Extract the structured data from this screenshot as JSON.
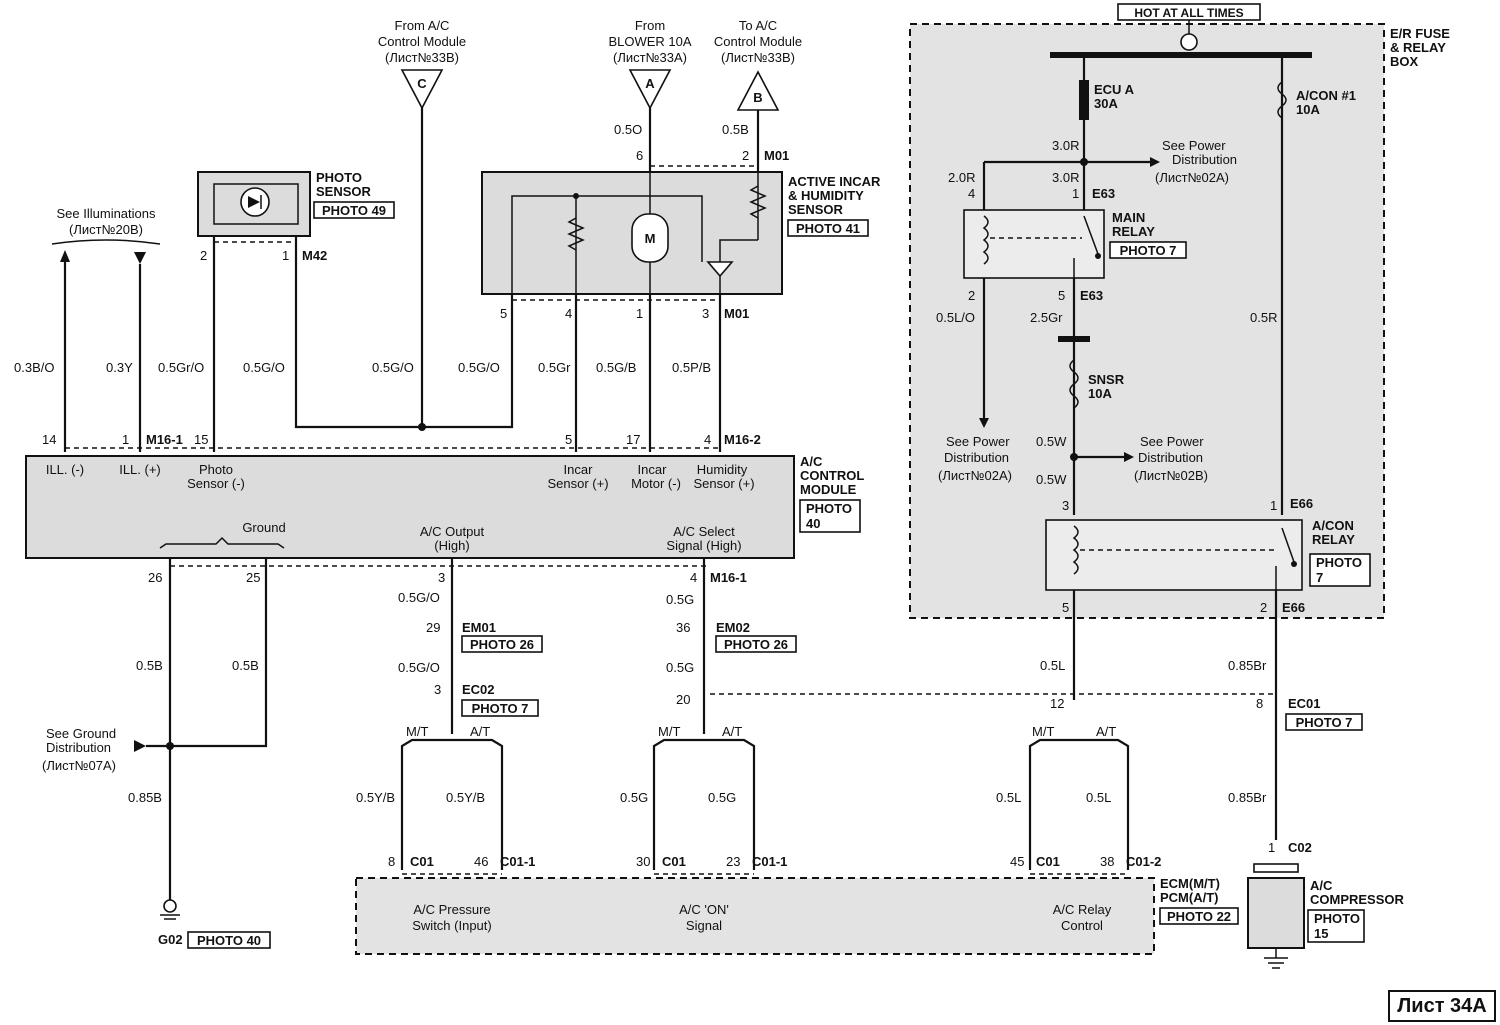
{
  "sheet": "Лист 34A",
  "hot_at_all_times": "HOT AT ALL TIMES",
  "er_box": {
    "title": [
      "E/R FUSE",
      "& RELAY",
      "BOX"
    ]
  },
  "fuses": {
    "ecu_a": [
      "ECU A",
      "30A"
    ],
    "acon1": [
      "A/CON #1",
      "10A"
    ],
    "snsr": [
      "SNSR",
      "10A"
    ]
  },
  "connectors_top": {
    "c": {
      "lines": [
        "From A/C",
        "Control Module",
        "(Лист№33B)"
      ],
      "letter": "C"
    },
    "a": {
      "lines": [
        "From",
        "BLOWER 10A",
        "(Лист№33A)"
      ],
      "letter": "A"
    },
    "b": {
      "lines": [
        "To A/C",
        "Control Module",
        "(Лист№33B)"
      ],
      "letter": "B"
    }
  },
  "photo_sensor": {
    "title": [
      "PHOTO",
      "SENSOR"
    ],
    "photo": "PHOTO 49",
    "pin2": "2",
    "pin1": "1",
    "conn": "M42"
  },
  "incar_sensor": {
    "title": [
      "ACTIVE INCAR",
      "& HUMIDITY",
      "SENSOR"
    ],
    "photo": "PHOTO 41",
    "pin6": "6",
    "pin2": "2",
    "conn_top": "M01",
    "pin5": "5",
    "pin4": "4",
    "pin1": "1",
    "pin3": "3",
    "conn_bot": "M01",
    "motor": "M"
  },
  "illum_ref": [
    "See Illuminations",
    "(Лист№20B)"
  ],
  "wires": {
    "w_03bo": "0.3B/O",
    "w_03y": "0.3Y",
    "w_05gro": "0.5Gr/O",
    "w_05go_a": "0.5G/O",
    "w_05go_c": "0.5G/O",
    "w_05go_b": "0.5G/O",
    "w_05gr": "0.5Gr",
    "w_05gb": "0.5G/B",
    "w_05pb": "0.5P/B",
    "w_05o": "0.5O",
    "w_05b_top": "0.5B",
    "w_30r": "3.0R",
    "w_20r": "2.0R",
    "w_30r2": "3.0R",
    "w_05lo": "0.5L/O",
    "w_25gr": "2.5Gr",
    "w_05r": "0.5R",
    "w_05w1": "0.5W",
    "w_05w2": "0.5W",
    "w_05b_g1": "0.5B",
    "w_05b_g2": "0.5B",
    "w_085b": "0.85B",
    "w_05go_out1": "0.5G/O",
    "w_05go_out2": "0.5G/O",
    "w_05g_1": "0.5G",
    "w_05g_2": "0.5G",
    "w_05l": "0.5L",
    "w_085br": "0.85Br",
    "w_085br2": "0.85Br",
    "w_05yb1": "0.5Y/B",
    "w_05yb2": "0.5Y/B",
    "w_05g_3": "0.5G",
    "w_05g_4": "0.5G",
    "w_05l_2": "0.5L",
    "w_05l_3": "0.5L"
  },
  "module": {
    "title": [
      "A/C",
      "CONTROL",
      "MODULE"
    ],
    "photo": [
      "PHOTO",
      "40"
    ],
    "pins_top": [
      "14",
      "1",
      "M16-1",
      "15",
      "5",
      "17",
      "4",
      "M16-2"
    ],
    "labels_top": [
      [
        "ILL. (-)"
      ],
      [
        "ILL. (+)"
      ],
      [
        "Photo",
        "Sensor (-)"
      ],
      [
        "Incar",
        "Sensor (+)"
      ],
      [
        "Incar",
        "Motor (-)"
      ],
      [
        "Humidity",
        "Sensor (+)"
      ]
    ],
    "ground": "Ground",
    "ac_output": [
      "A/C Output",
      "(High)"
    ],
    "ac_select": [
      "A/C Select",
      "Signal (High)"
    ],
    "pins_bot": [
      "26",
      "25",
      "3",
      "4",
      "M16-1"
    ]
  },
  "relays": {
    "main": {
      "title": [
        "MAIN",
        "RELAY"
      ],
      "photo": "PHOTO 7",
      "pin4": "4",
      "pin1": "1",
      "conn": "E63",
      "pin2": "2",
      "pin5": "5",
      "conn2": "E63"
    },
    "acon": {
      "title": [
        "A/CON",
        "RELAY"
      ],
      "photo": [
        "PHOTO",
        "7"
      ],
      "pin3": "3",
      "pin1": "1",
      "conn": "E66",
      "pin5": "5",
      "pin2": "2",
      "conn2": "E66"
    }
  },
  "power_refs": {
    "pd1": [
      "See Power",
      "Distribution",
      "(Лист№02A)"
    ],
    "pd2": [
      "See Power",
      "Distribution",
      "(Лист№02A)"
    ],
    "pd3": [
      "See Power",
      "Distribution",
      "(Лист№02B)"
    ]
  },
  "mid_connectors": {
    "em01": {
      "pin": "29",
      "name": "EM01",
      "photo": "PHOTO 26"
    },
    "em02": {
      "pin": "36",
      "name": "EM02",
      "photo": "PHOTO 26"
    },
    "ec02": {
      "pin": "3",
      "name": "EC02",
      "photo": "PHOTO 7"
    },
    "ec01": {
      "pin": "8",
      "name": "EC01",
      "photo": "PHOTO 7"
    },
    "pin20": "20",
    "pin12": "12"
  },
  "ground_ref": [
    "See Ground",
    "Distribution",
    "(Лист№07A)"
  ],
  "g02": {
    "name": "G02",
    "photo": "PHOTO 40"
  },
  "mt": "M/T",
  "at": "A/T",
  "ecm": {
    "title": [
      "ECM(M/T)",
      "PCM(A/T)"
    ],
    "photo": "PHOTO 22",
    "pins": [
      [
        "8",
        "C01"
      ],
      [
        "46",
        "C01-1"
      ],
      [
        "30",
        "C01"
      ],
      [
        "23",
        "C01-1"
      ],
      [
        "45",
        "C01"
      ],
      [
        "38",
        "C01-2"
      ]
    ],
    "labels": [
      [
        "A/C  Pressure",
        "Switch (Input)"
      ],
      [
        "A/C 'ON'",
        "Signal"
      ],
      [
        "A/C Relay",
        "Control"
      ]
    ]
  },
  "compressor": {
    "pin": "1",
    "conn": "C02",
    "title": [
      "A/C",
      "COMPRESSOR"
    ],
    "photo": [
      "PHOTO",
      "15"
    ]
  }
}
